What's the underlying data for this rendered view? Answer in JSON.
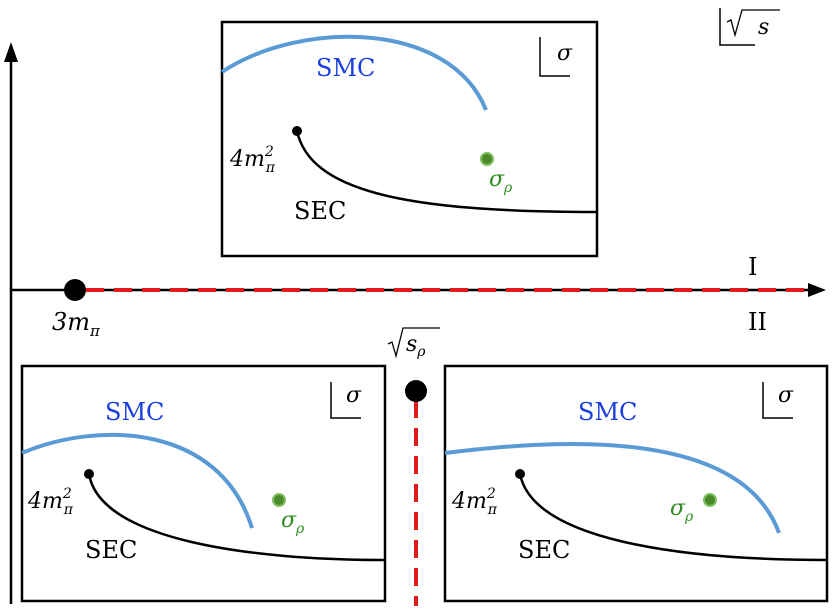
{
  "main_axis": {
    "vertical_label": "√s",
    "sheet_upper": "I",
    "sheet_lower": "II",
    "threshold": {
      "base": "3m",
      "sub": "π"
    },
    "cut_color": "#e41a1c"
  },
  "rho_point": {
    "label_base": "s",
    "label_sub": "ρ"
  },
  "panels": [
    {
      "id": "top",
      "corner_label": "σ",
      "smc_label": "SMC",
      "sec_label": "SEC",
      "threshold_label": {
        "base": "4m",
        "sup": "2",
        "sub": "π"
      },
      "sigma_rho": {
        "base": "σ",
        "sub": "ρ"
      }
    },
    {
      "id": "bottom-left",
      "corner_label": "σ",
      "smc_label": "SMC",
      "sec_label": "SEC",
      "threshold_label": {
        "base": "4m",
        "sup": "2",
        "sub": "π"
      },
      "sigma_rho": {
        "base": "σ",
        "sub": "ρ"
      }
    },
    {
      "id": "bottom-right",
      "corner_label": "σ",
      "smc_label": "SMC",
      "sec_label": "SEC",
      "threshold_label": {
        "base": "4m",
        "sup": "2",
        "sub": "π"
      },
      "sigma_rho": {
        "base": "σ",
        "sub": "ρ"
      }
    }
  ],
  "colors": {
    "smc": "#5b9bd5",
    "smc_text": "#1a3fe0",
    "sigma_point": "#4a8a2a",
    "sigma_text": "#2e8b1e",
    "line": "#000000"
  }
}
